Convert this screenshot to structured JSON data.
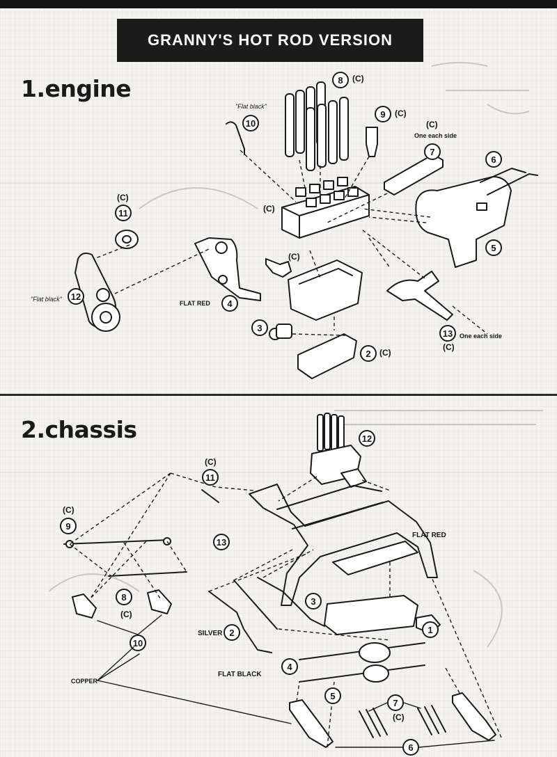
{
  "banner": "GRANNY'S HOT ROD VERSION",
  "engine": {
    "title": "1.engine",
    "parts": [
      "8",
      "9",
      "7",
      "10",
      "6",
      "11",
      "5",
      "12",
      "4",
      "3",
      "2",
      "13"
    ],
    "c_mark": "(C)",
    "notes": {
      "flat_black_10": "\"Flat black\"",
      "one_each_side_7": "One each side",
      "flat_black_12": "\"Flat black\"",
      "flat_red": "FLAT RED",
      "one_each_side_13": "One each side"
    }
  },
  "chassis": {
    "title": "2.chassis",
    "parts": [
      "12",
      "11",
      "9",
      "13",
      "8",
      "3",
      "10",
      "2",
      "1",
      "4",
      "5",
      "7",
      "6"
    ],
    "c_mark": "(C)",
    "notes": {
      "flat_red": "FLAT RED",
      "silver": "SILVER",
      "flat_black": "FLAT BLACK",
      "copper": "COPPER"
    }
  }
}
